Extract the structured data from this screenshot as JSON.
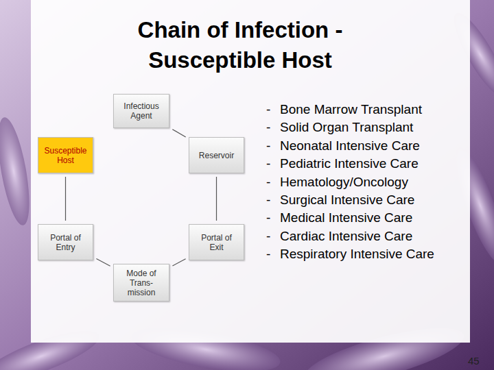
{
  "diagram": {
    "title": "Chain of Infection - Susceptible Host",
    "nodes": [
      {
        "text": [
          "Infectious Agent"
        ]
      },
      {
        "text": [
          "Susceptible Host"
        ]
      },
      {
        "text": [
          "Reservoir"
        ]
      },
      {
        "text": [
          "Portal of Entry"
        ]
      },
      {
        "text": [
          "Portal of Exit"
        ]
      },
      {
        "text": [
          "Mode of Trans- mission"
        ]
      }
    ],
    "edges": [
      {
        "from": 0,
        "to": 2,
        "arrow": "none"
      },
      {
        "from": 2,
        "to": 4,
        "arrow": "none"
      },
      {
        "from": 4,
        "to": 5,
        "arrow": "none"
      },
      {
        "from": 5,
        "to": 3,
        "arrow": "none"
      },
      {
        "from": 3,
        "to": 1,
        "arrow": "none"
      }
    ],
    "labels": [
      "-",
      "Bone Marrow Transplant",
      "-",
      "Solid Organ Transplant",
      "-",
      "Neonatal Intensive Care",
      "-",
      "Pediatric Intensive Care",
      "-",
      "Hematology/Oncology",
      "-",
      "Surgical Intensive Care",
      "-",
      "Medical Intensive Care",
      "-",
      "Cardiac Intensive Care",
      "-",
      "Respiratory Intensive Care",
      "45"
    ]
  }
}
